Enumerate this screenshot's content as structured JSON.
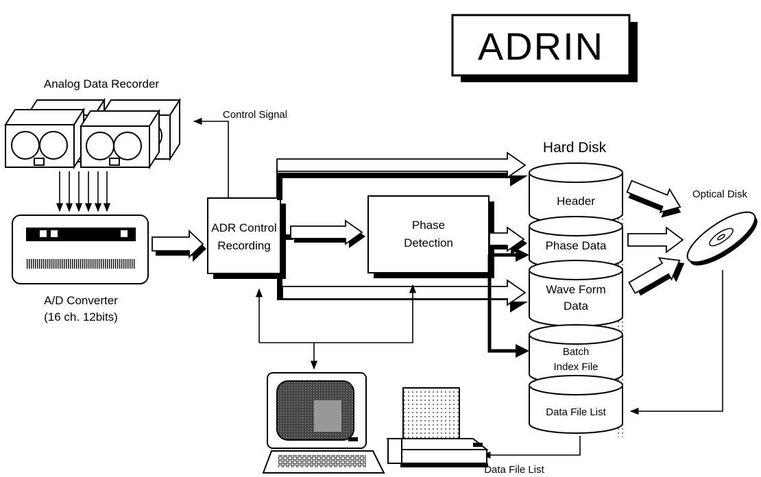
{
  "title": "ADRIN",
  "labels": {
    "analog_data_recorder": "Analog Data Recorder",
    "control_signal": "Control Signal",
    "ad_converter_line1": "A/D Converter",
    "ad_converter_line2": "(16 ch. 12bits)",
    "adr_control_line1": "ADR Control",
    "adr_control_line2": "Recording",
    "phase_detection_line1": "Phase",
    "phase_detection_line2": "Detection",
    "hard_disk": "Hard Disk",
    "optical_disk": "Optical Disk",
    "data_file_list_output": "Data File List"
  },
  "hard_disk_segments": [
    {
      "line1": "Header",
      "line2": ""
    },
    {
      "line1": "Phase Data",
      "line2": ""
    },
    {
      "line1": "Wave Form",
      "line2": "Data"
    },
    {
      "line1": "Batch",
      "line2": "Index File"
    },
    {
      "line1": "Data File List",
      "line2": ""
    }
  ]
}
